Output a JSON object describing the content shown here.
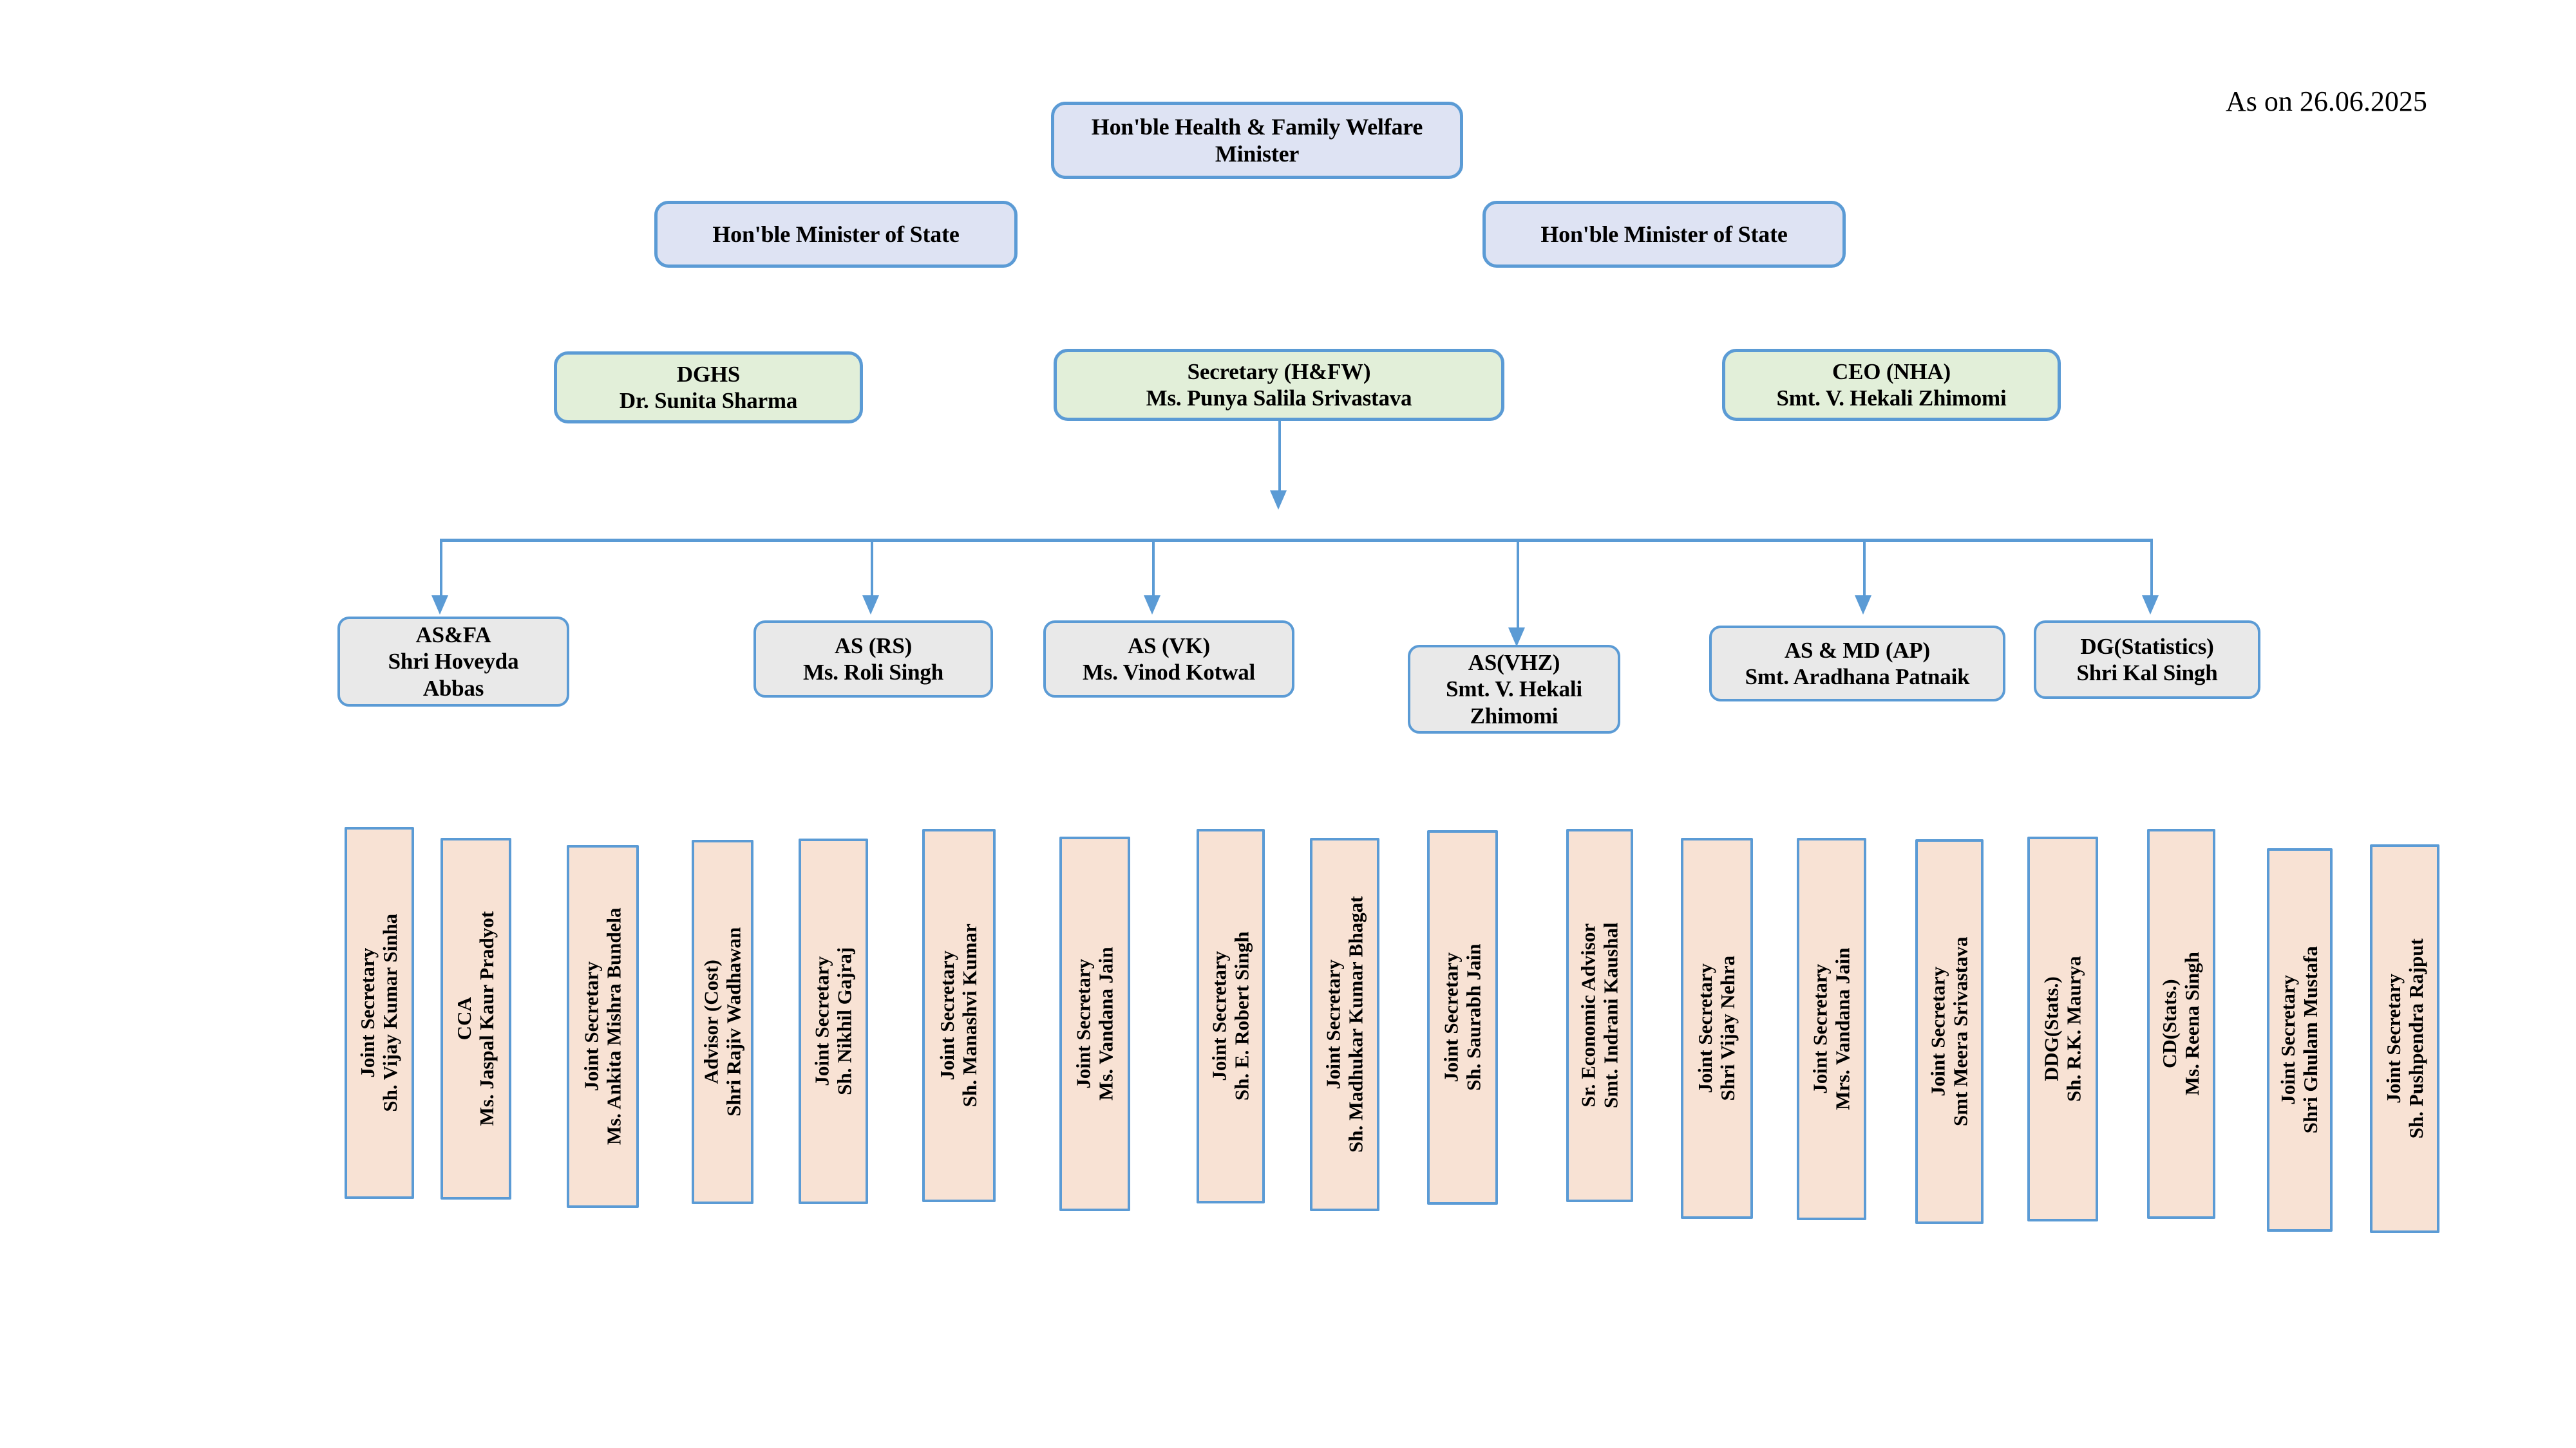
{
  "document": {
    "title": "Ministry of Health & Family Welfare Organisation Chart",
    "as_on_label": "As on 26.06.2025"
  },
  "colors": {
    "border_blue": "#5B9BD5",
    "minister_fill": "#DEE3F3",
    "secretary_fill": "#E2EFD9",
    "officer_fill": "#E9E9E9",
    "joint_secretary_fill": "#F8E2D4",
    "text": "#000000"
  },
  "ministers": [
    {
      "title": "Hon'ble Health & Family Welfare",
      "title2": "Minister"
    },
    {
      "title": "Hon'ble Minister of State",
      "title2": ""
    },
    {
      "title": "Hon'ble Minister of State",
      "title2": ""
    }
  ],
  "secretariat": [
    {
      "role": "DGHS",
      "name": "Dr. Sunita Sharma"
    },
    {
      "role": "Secretary (H&FW)",
      "name": "Ms. Punya Salila Srivastava"
    },
    {
      "role": "CEO (NHA)",
      "name": "Smt. V. Hekali Zhimomi"
    }
  ],
  "officers": [
    {
      "role": "AS&FA",
      "name": "Shri Hoveyda",
      "name2": "Abbas"
    },
    {
      "role": "AS (RS)",
      "name": "Ms. Roli Singh",
      "name2": ""
    },
    {
      "role": "AS (VK)",
      "name": "Ms. Vinod Kotwal",
      "name2": ""
    },
    {
      "role": "AS(VHZ)",
      "name": "Smt. V. Hekali",
      "name2": "Zhimomi"
    },
    {
      "role": "AS & MD (AP)",
      "name": "Smt. Aradhana Patnaik",
      "name2": ""
    },
    {
      "role": "DG(Statistics)",
      "name": "Shri Kal Singh",
      "name2": ""
    }
  ],
  "joint_secretaries": [
    {
      "role": "Joint Secretary",
      "name": "Sh. Vijay Kumar Sinha"
    },
    {
      "role": "CCA",
      "name": "Ms. Jaspal Kaur Pradyot"
    },
    {
      "role": "Joint Secretary",
      "name": "Ms. Ankita Mishra Bundela"
    },
    {
      "role": "Advisor (Cost)",
      "name": "Shri Rajiv Wadhawan"
    },
    {
      "role": "Joint Secretary",
      "name": "Sh. Nikhil Gajraj"
    },
    {
      "role": "Joint Secretary",
      "name": "Sh. Manashvi Kumar"
    },
    {
      "role": "Joint Secretary",
      "name": "Ms. Vandana Jain"
    },
    {
      "role": "Joint Secretary",
      "name": "Sh. E. Robert Singh"
    },
    {
      "role": "Joint Secretary",
      "name": "Sh. Madhukar Kumar Bhagat"
    },
    {
      "role": "Joint Secretary",
      "name": "Sh. Saurabh Jain"
    },
    {
      "role": "Sr. Economic Advisor",
      "name": "Smt. Indrani Kaushal"
    },
    {
      "role": "Joint Secretary",
      "name": "Shri Vijay Nehra"
    },
    {
      "role": "Joint Secretary",
      "name": "Mrs. Vandana Jain"
    },
    {
      "role": "Joint Secretary",
      "name": "Smt Meera Srivastava"
    },
    {
      "role": "DDG(Stats.)",
      "name": "Sh. R.K. Maurya"
    },
    {
      "role": "CD(Stats.)",
      "name": "Ms. Reena Singh"
    },
    {
      "role": "Joint Secretary",
      "name": "Shri Ghulam Mustafa"
    },
    {
      "role": "Joint Secretary",
      "name": "Sh. Pushpendra Rajput"
    }
  ]
}
